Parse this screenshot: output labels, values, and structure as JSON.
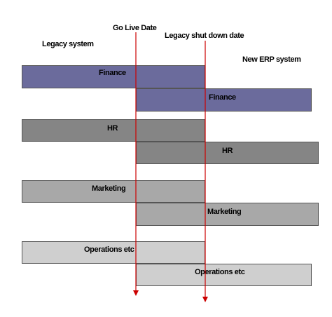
{
  "labels": {
    "go_live": "Go Live Date",
    "legacy_shutdown": "Legacy shut down date",
    "legacy_system": "Legacy system",
    "new_erp_system": "New ERP system"
  },
  "bars": {
    "finance_legacy": "Finance",
    "finance_new": "Finance",
    "hr_legacy": "HR",
    "hr_new": "HR",
    "marketing_legacy": "Marketing",
    "marketing_new": "Marketing",
    "operations_legacy": "Operations etc",
    "operations_new": "Operations etc"
  },
  "colors": {
    "finance": "#6b6b9c",
    "hr": "#858585",
    "marketing": "#a8a8a8",
    "operations": "#cfcfcf",
    "marker_line": "#cc0000"
  }
}
